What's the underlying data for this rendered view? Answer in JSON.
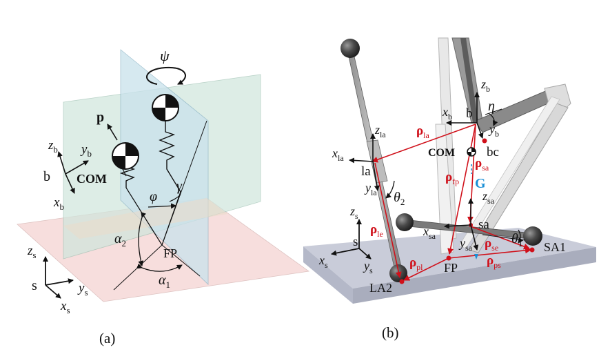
{
  "colors": {
    "plane_green": "#cfe6dc",
    "plane_blue": "#c9e2ec",
    "plane_pink": "#f6d9d8",
    "plane_tan": "#eadccb",
    "ground_top": "#c9ccd9",
    "ground_side": "#a9adbd",
    "vector_red": "#d0101a",
    "highlight_blue": "#1a8fd6",
    "frame_black": "#111111"
  },
  "panel_a": {
    "caption": "(a)",
    "labels": {
      "psi": "ψ",
      "p": "p",
      "zb": "z",
      "zb_sub": "b",
      "yb": "y",
      "yb_sub": "b",
      "b": "b",
      "xb": "x",
      "xb_sub": "b",
      "com": "COM",
      "gamma": "γ",
      "phi": "φ",
      "alpha2": "α",
      "alpha2_sub": "2",
      "alpha1": "α",
      "alpha1_sub": "1",
      "fp": "FP",
      "zs": "z",
      "zs_sub": "s",
      "s": "s",
      "ys": "y",
      "ys_sub": "s",
      "xs": "x",
      "xs_sub": "s"
    }
  },
  "panel_b": {
    "caption": "(b)",
    "labels": {
      "zb": "z",
      "zb_sub": "b",
      "eta": "η",
      "xb": "x",
      "xb_sub": "b",
      "b": "b",
      "yb": "y",
      "yb_sub": "b",
      "bc": "bc",
      "com": "COM",
      "zla": "z",
      "zla_sub": "la",
      "xla": "x",
      "xla_sub": "la",
      "la": "la",
      "yla": "y",
      "yla_sub": "la",
      "theta2": "θ",
      "theta2_sub": "2",
      "rho_la": "ρ",
      "rho_la_sub": "la",
      "rho_sa": "ρ",
      "rho_sa_sub": "sa",
      "rho_fp": "ρ",
      "rho_fp_sub": "fp",
      "g": "G",
      "zsa": "z",
      "zsa_sub": "sa",
      "sa": "sa",
      "xsa": "x",
      "xsa_sub": "sa",
      "ysa": "y",
      "ysa_sub": "sa",
      "theta1": "θ",
      "theta1_sub": "1",
      "rho_le": "ρ",
      "rho_le_sub": "le",
      "rho_se": "ρ",
      "rho_se_sub": "se",
      "rho_pl": "ρ",
      "rho_pl_sub": "pl",
      "rho_ps": "ρ",
      "rho_ps_sub": "ps",
      "zs": "z",
      "zs_sub": "s",
      "s": "s",
      "xs": "x",
      "xs_sub": "s",
      "ys": "y",
      "ys_sub": "s",
      "fp": "FP",
      "sa1": "SA1",
      "la2": "LA2"
    }
  }
}
